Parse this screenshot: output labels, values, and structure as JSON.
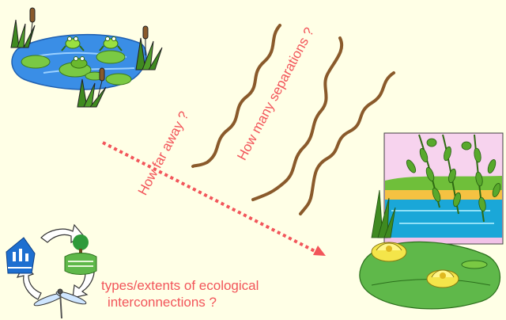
{
  "labels": {
    "how_far": "How far away ?",
    "how_many": "How many separations ?",
    "types_line1": "types/extents of ecological",
    "types_line2": "interconnections ?"
  },
  "colors": {
    "background": "#ffffe6",
    "label": "#f2555a",
    "river": "#8a5a2b",
    "dotted_arrow": "#f2555a"
  },
  "icons": [
    "cattail-icon",
    "frog-icon",
    "lily-pad-icon",
    "water-lily-icon",
    "tree-icon",
    "dragonfly-icon",
    "recycle-arrow-icon",
    "factory-icon"
  ]
}
